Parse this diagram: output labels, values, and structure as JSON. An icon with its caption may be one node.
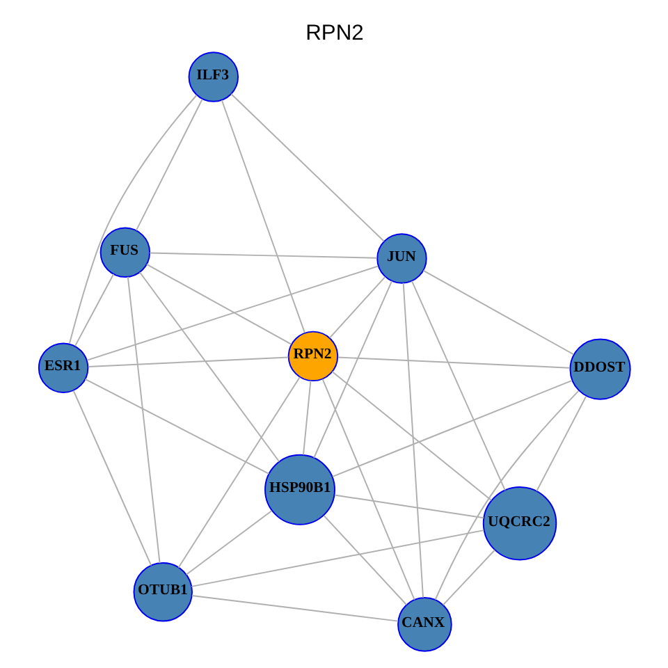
{
  "diagram": {
    "title": "RPN2",
    "nodes": [
      {
        "text": [
          "ILF3"
        ]
      },
      {
        "text": [
          "FUS"
        ]
      },
      {
        "text": [
          "ESR1"
        ]
      },
      {
        "text": [
          "JUN"
        ]
      },
      {
        "text": [
          "RPN2"
        ]
      },
      {
        "text": [
          "HSP90B1"
        ]
      },
      {
        "text": [
          "OTUB1"
        ]
      },
      {
        "text": [
          "DDOST"
        ]
      },
      {
        "text": [
          "CANX"
        ]
      },
      {
        "text": [
          "UQCRC2"
        ]
      }
    ],
    "edges": [
      {
        "from": 0,
        "to": 1,
        "arrow": "none"
      },
      {
        "from": 0,
        "to": 2,
        "arrow": "none"
      },
      {
        "from": 0,
        "to": 3,
        "arrow": "none"
      },
      {
        "from": 0,
        "to": 4,
        "arrow": "none"
      },
      {
        "from": 1,
        "to": 2,
        "arrow": "none"
      },
      {
        "from": 1,
        "to": 3,
        "arrow": "none"
      },
      {
        "from": 1,
        "to": 4,
        "arrow": "none"
      },
      {
        "from": 1,
        "to": 5,
        "arrow": "none"
      },
      {
        "from": 1,
        "to": 6,
        "arrow": "none"
      },
      {
        "from": 2,
        "to": 3,
        "arrow": "none"
      },
      {
        "from": 2,
        "to": 4,
        "arrow": "none"
      },
      {
        "from": 2,
        "to": 5,
        "arrow": "none"
      },
      {
        "from": 2,
        "to": 6,
        "arrow": "none"
      },
      {
        "from": 3,
        "to": 4,
        "arrow": "none"
      },
      {
        "from": 3,
        "to": 5,
        "arrow": "none"
      },
      {
        "from": 3,
        "to": 7,
        "arrow": "none"
      },
      {
        "from": 3,
        "to": 8,
        "arrow": "none"
      },
      {
        "from": 3,
        "to": 9,
        "arrow": "none"
      },
      {
        "from": 4,
        "to": 5,
        "arrow": "none"
      },
      {
        "from": 4,
        "to": 6,
        "arrow": "none"
      },
      {
        "from": 4,
        "to": 7,
        "arrow": "none"
      },
      {
        "from": 4,
        "to": 8,
        "arrow": "none"
      },
      {
        "from": 4,
        "to": 9,
        "arrow": "none"
      },
      {
        "from": 5,
        "to": 6,
        "arrow": "none"
      },
      {
        "from": 5,
        "to": 7,
        "arrow": "none"
      },
      {
        "from": 5,
        "to": 8,
        "arrow": "none"
      },
      {
        "from": 5,
        "to": 9,
        "arrow": "none"
      },
      {
        "from": 6,
        "to": 8,
        "arrow": "none"
      },
      {
        "from": 6,
        "to": 9,
        "arrow": "none"
      },
      {
        "from": 7,
        "to": 8,
        "arrow": "none"
      },
      {
        "from": 7,
        "to": 9,
        "arrow": "none"
      },
      {
        "from": 8,
        "to": 9,
        "arrow": "none"
      }
    ]
  }
}
